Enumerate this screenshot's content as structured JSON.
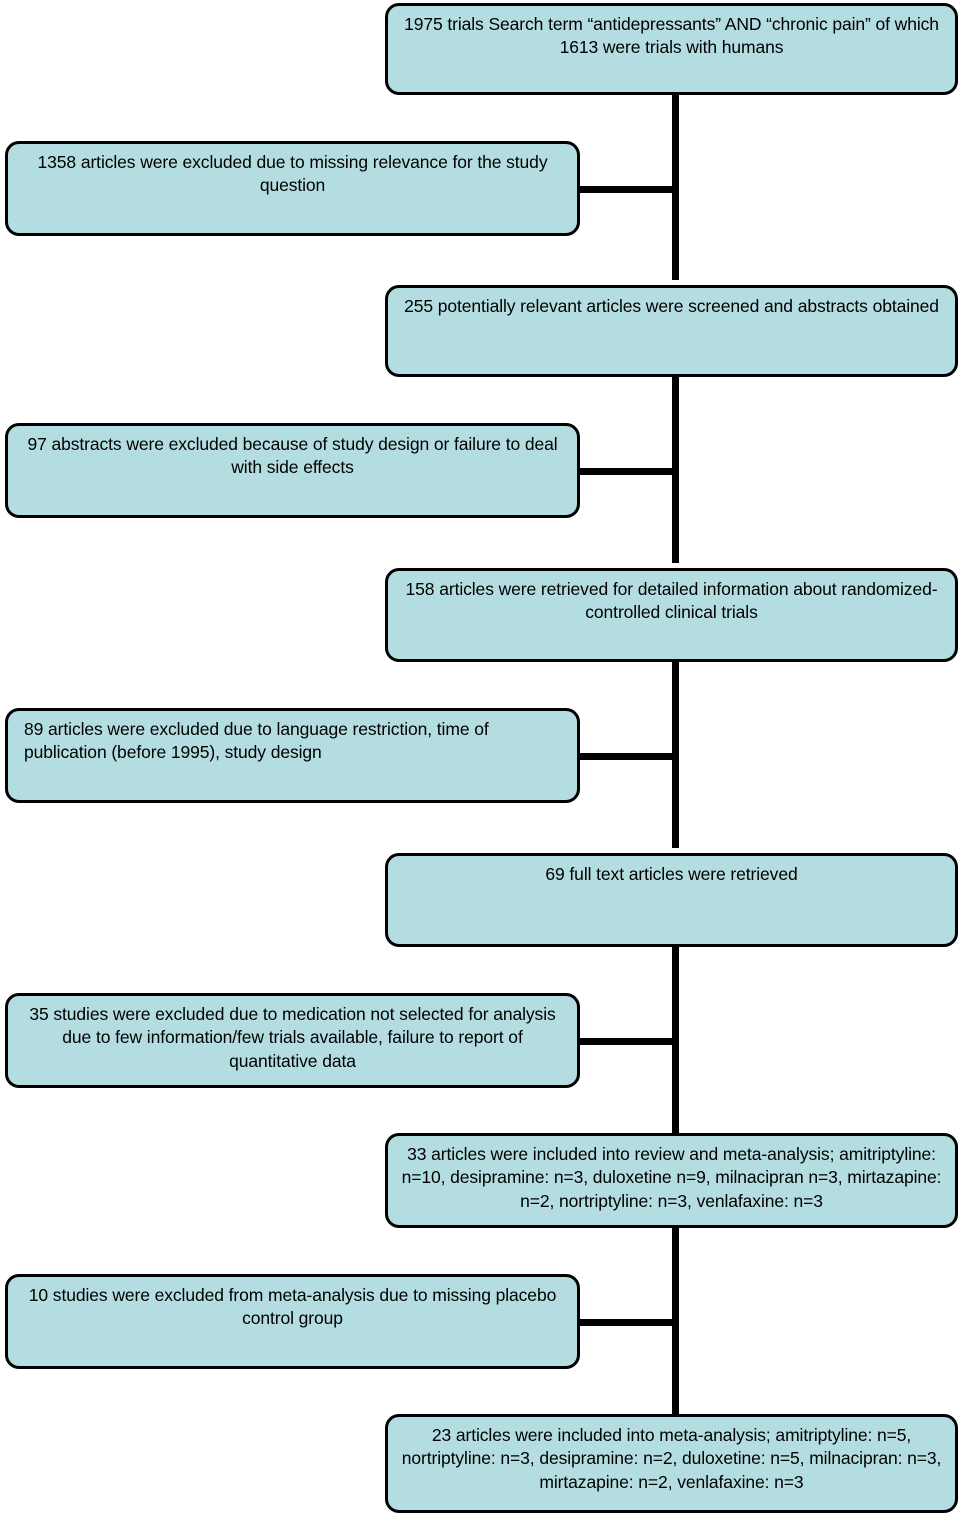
{
  "diagram": {
    "title": "Study selection flow diagram",
    "type": "prisma-flowchart",
    "colors": {
      "box_fill": "#b4dde2",
      "box_border": "#000000",
      "connector": "#000000",
      "background": "#ffffff",
      "text": "#000000"
    },
    "main_nodes": [
      {
        "id": "identified",
        "text": "1975 trials Search term “antidepressants” AND “chronic pain” of which 1613 were trials with humans",
        "count": 1975,
        "human_trials": 1613
      },
      {
        "id": "screened",
        "text": "255 potentially relevant articles were screened and abstracts obtained",
        "count": 255
      },
      {
        "id": "retrieved-detail",
        "text": "158 articles were retrieved for detailed information about randomized- controlled clinical trials",
        "count": 158
      },
      {
        "id": "fulltext",
        "text": "69 full text articles were retrieved",
        "count": 69
      },
      {
        "id": "included-review",
        "text": "33 articles were included into review and meta-analysis; amitriptyline: n=10, desipramine: n=3, duloxetine n=9, milnacipran n=3, mirtazapine: n=2, nortriptyline: n=3, venlafaxine: n=3",
        "count": 33,
        "drugs": [
          {
            "name": "amitriptyline",
            "n": 10
          },
          {
            "name": "desipramine",
            "n": 3
          },
          {
            "name": "duloxetine",
            "n": 9
          },
          {
            "name": "milnacipran",
            "n": 3
          },
          {
            "name": "mirtazapine",
            "n": 2
          },
          {
            "name": "nortriptyline",
            "n": 3
          },
          {
            "name": "venlafaxine",
            "n": 3
          }
        ]
      },
      {
        "id": "included-meta",
        "text": "23 articles were included into meta-analysis; amitriptyline: n=5, nortriptyline: n=3, desipramine: n=2, duloxetine: n=5, milnacipran: n=3, mirtazapine: n=2, venlafaxine: n=3",
        "count": 23,
        "drugs": [
          {
            "name": "amitriptyline",
            "n": 5
          },
          {
            "name": "nortriptyline",
            "n": 3
          },
          {
            "name": "desipramine",
            "n": 2
          },
          {
            "name": "duloxetine",
            "n": 5
          },
          {
            "name": "milnacipran",
            "n": 3
          },
          {
            "name": "mirtazapine",
            "n": 2
          },
          {
            "name": "venlafaxine",
            "n": 3
          }
        ]
      }
    ],
    "exclusion_nodes": [
      {
        "id": "excl-relevance",
        "text": "1358 articles were excluded due to missing relevance for the study question",
        "count": 1358,
        "align": "center"
      },
      {
        "id": "excl-design",
        "text": "97 abstracts were excluded because of study design or failure to deal with side effects",
        "count": 97,
        "align": "center"
      },
      {
        "id": "excl-language",
        "text": "89 articles were excluded due to language restriction,  time of publication (before 1995), study design",
        "count": 89,
        "align": "left"
      },
      {
        "id": "excl-medication",
        "text": "35 studies were excluded due to medication not selected for analysis due to few information/few trials available, failure to report of quantitative data",
        "count": 35,
        "align": "center"
      },
      {
        "id": "excl-placebo",
        "text": "10 studies were excluded from meta-analysis due to missing placebo control group",
        "count": 10,
        "align": "center"
      }
    ]
  }
}
